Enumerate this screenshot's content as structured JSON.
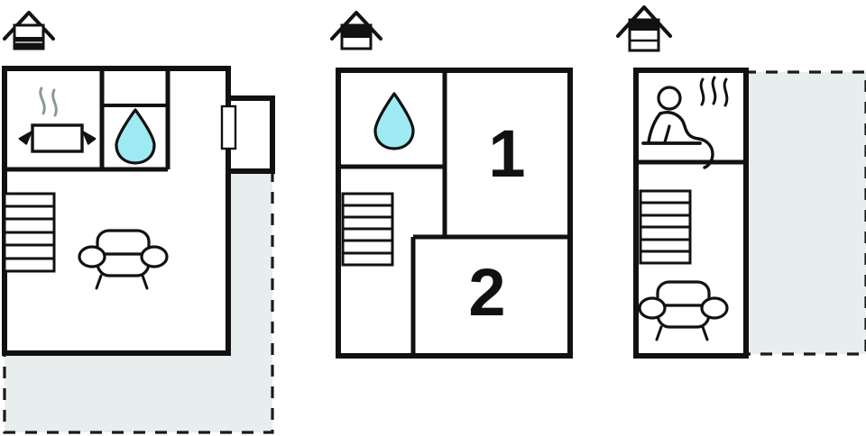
{
  "diagram": {
    "type": "floor-plans",
    "title": "",
    "plan_count": 3,
    "colors": {
      "wall": "#111111",
      "background": "#ffffff",
      "terrace_fill": "#e7eeed",
      "terrace_outline": "#1a1a1a",
      "water_drop": "#9fe9f2",
      "steam": "#8a9a96",
      "icon_stroke": "#111111",
      "number_text": "#111111"
    }
  },
  "plans": [
    {
      "id": "plan-ground-floor",
      "level_icon": {
        "name": "house-icon-ground-floor",
        "highlighted_band": "lower",
        "bands": 2
      },
      "rooms": [
        {
          "name": "kitchen",
          "icon": "cooking-pot-icon",
          "label": ""
        },
        {
          "name": "bathroom",
          "icon": "water-drop-icon",
          "label": ""
        },
        {
          "name": "living-room",
          "icon": "sofa-icon",
          "label": ""
        },
        {
          "name": "entry-porch",
          "icon": "door-icon",
          "label": ""
        }
      ],
      "features": {
        "stairs": {
          "name": "staircase",
          "steps": 6
        },
        "door": {
          "name": "entry-door"
        },
        "terrace": {
          "name": "terrace-area",
          "shape": "L-shaped",
          "style": "dashed"
        }
      }
    },
    {
      "id": "plan-upper-floor",
      "level_icon": {
        "name": "house-icon-upper-floor",
        "highlighted_band": "upper",
        "bands": 2
      },
      "rooms": [
        {
          "name": "bathroom",
          "icon": "water-drop-icon",
          "label": ""
        },
        {
          "name": "bedroom-one",
          "icon": "",
          "label": "1"
        },
        {
          "name": "bedroom-two",
          "icon": "",
          "label": "2"
        }
      ],
      "features": {
        "stairs": {
          "name": "staircase",
          "steps": 6
        }
      }
    },
    {
      "id": "plan-attic-floor",
      "level_icon": {
        "name": "house-icon-attic-floor",
        "highlighted_band": "top",
        "bands": 3
      },
      "rooms": [
        {
          "name": "sauna",
          "icon": "sauna-icon",
          "label": ""
        },
        {
          "name": "lounge",
          "icon": "sofa-icon",
          "label": ""
        }
      ],
      "features": {
        "stairs": {
          "name": "staircase",
          "steps": 6
        },
        "terrace": {
          "name": "terrace-area",
          "shape": "rectangular",
          "style": "dashed"
        }
      }
    }
  ],
  "labels": {
    "bedroom_one": "1",
    "bedroom_two": "2"
  }
}
